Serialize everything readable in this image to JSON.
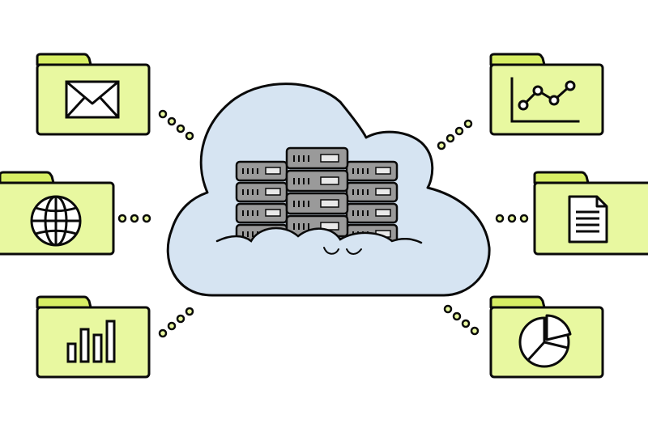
{
  "colors": {
    "outline": "#0a0a0a",
    "folder_fill": "#e8f8a0",
    "folder_tab": "#d7ee64",
    "cloud_fill": "#d6e4f2",
    "server_fill": "#9a9a9a",
    "server_slot": "#e9e9e9",
    "dot_fill": "#e8f8a0",
    "background": "#ffffff"
  },
  "folders": [
    {
      "id": "folder-mail",
      "icon": "envelope-icon"
    },
    {
      "id": "folder-globe",
      "icon": "globe-icon"
    },
    {
      "id": "folder-bar-chart",
      "icon": "bar-chart-icon"
    },
    {
      "id": "folder-line-chart",
      "icon": "line-chart-icon"
    },
    {
      "id": "folder-document",
      "icon": "document-icon"
    },
    {
      "id": "folder-pie-chart",
      "icon": "pie-chart-icon"
    }
  ],
  "center": {
    "icon": "cloud-server-icon"
  }
}
